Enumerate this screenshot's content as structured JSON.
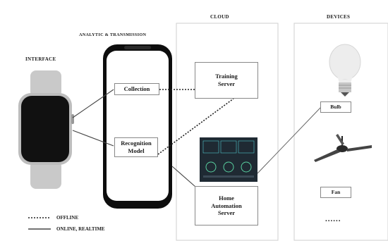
{
  "sections": {
    "interface": "INTERFACE",
    "analytic": "ANALYTIC & TRANSMISSION",
    "cloud": "CLOUD",
    "devices": "DEVICES"
  },
  "nodes": {
    "collection": "Collection",
    "recognition_line1": "Recognition",
    "recognition_line2": "Model",
    "training_line1": "Training",
    "training_line2": "Server",
    "home_line1": "Home",
    "home_line2": "Automation",
    "home_line3": "Server",
    "bulb": "Bulb",
    "fan": "Fan",
    "more": "......"
  },
  "legend": {
    "offline": "OFFLINE",
    "online": "ONLINE, REALTIME"
  }
}
